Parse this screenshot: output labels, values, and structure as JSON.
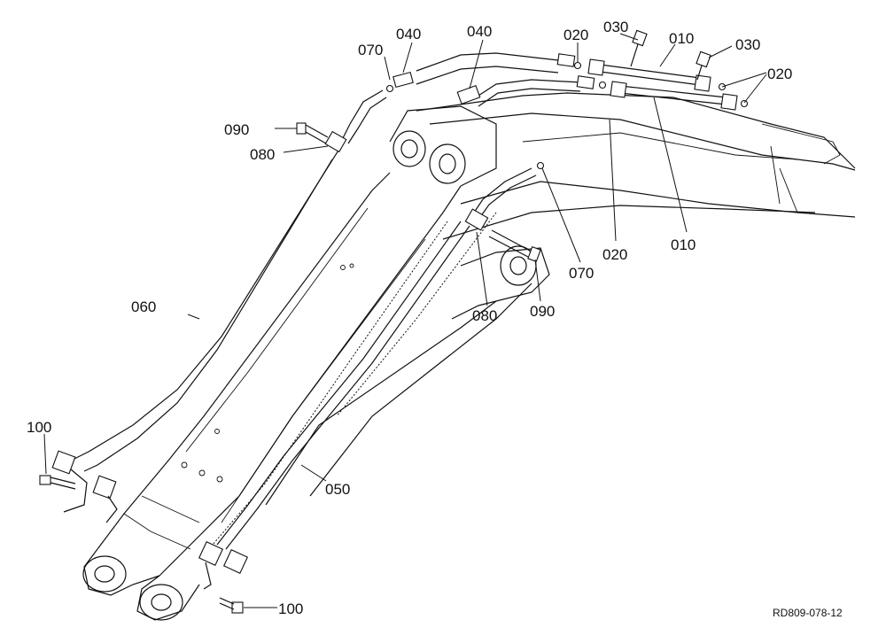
{
  "diagram": {
    "reference_code": "RD809-078-12",
    "callouts": [
      {
        "id": "c010a",
        "text": "010"
      },
      {
        "id": "c010b",
        "text": "010"
      },
      {
        "id": "c020a",
        "text": "020"
      },
      {
        "id": "c020b",
        "text": "020"
      },
      {
        "id": "c020c",
        "text": "020"
      },
      {
        "id": "c030a",
        "text": "030"
      },
      {
        "id": "c030b",
        "text": "030"
      },
      {
        "id": "c040a",
        "text": "040"
      },
      {
        "id": "c040b",
        "text": "040"
      },
      {
        "id": "c050",
        "text": "050"
      },
      {
        "id": "c060",
        "text": "060"
      },
      {
        "id": "c070a",
        "text": "070"
      },
      {
        "id": "c070b",
        "text": "070"
      },
      {
        "id": "c080a",
        "text": "080"
      },
      {
        "id": "c080b",
        "text": "080"
      },
      {
        "id": "c090a",
        "text": "090"
      },
      {
        "id": "c090b",
        "text": "090"
      },
      {
        "id": "c100a",
        "text": "100"
      },
      {
        "id": "c100b",
        "text": "100"
      }
    ]
  }
}
